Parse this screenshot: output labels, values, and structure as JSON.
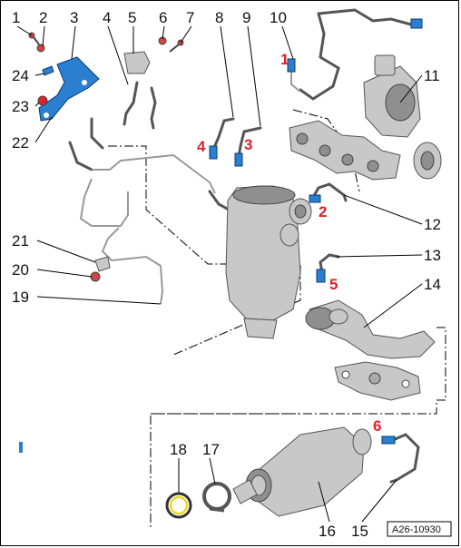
{
  "colors": {
    "callout_red": "#e0202a",
    "sensor_blue": "#2a7fd1",
    "metal_grey": "#c8c8c8"
  },
  "callouts": [
    "1",
    "2",
    "3",
    "4",
    "5",
    "6",
    "7",
    "8",
    "9",
    "10",
    "11",
    "12",
    "13",
    "14",
    "15",
    "16",
    "17",
    "18",
    "19",
    "20",
    "21",
    "22",
    "23",
    "24"
  ],
  "red_markers": [
    "1",
    "2",
    "3",
    "4",
    "5",
    "6"
  ],
  "reference_code": "A26-10930"
}
